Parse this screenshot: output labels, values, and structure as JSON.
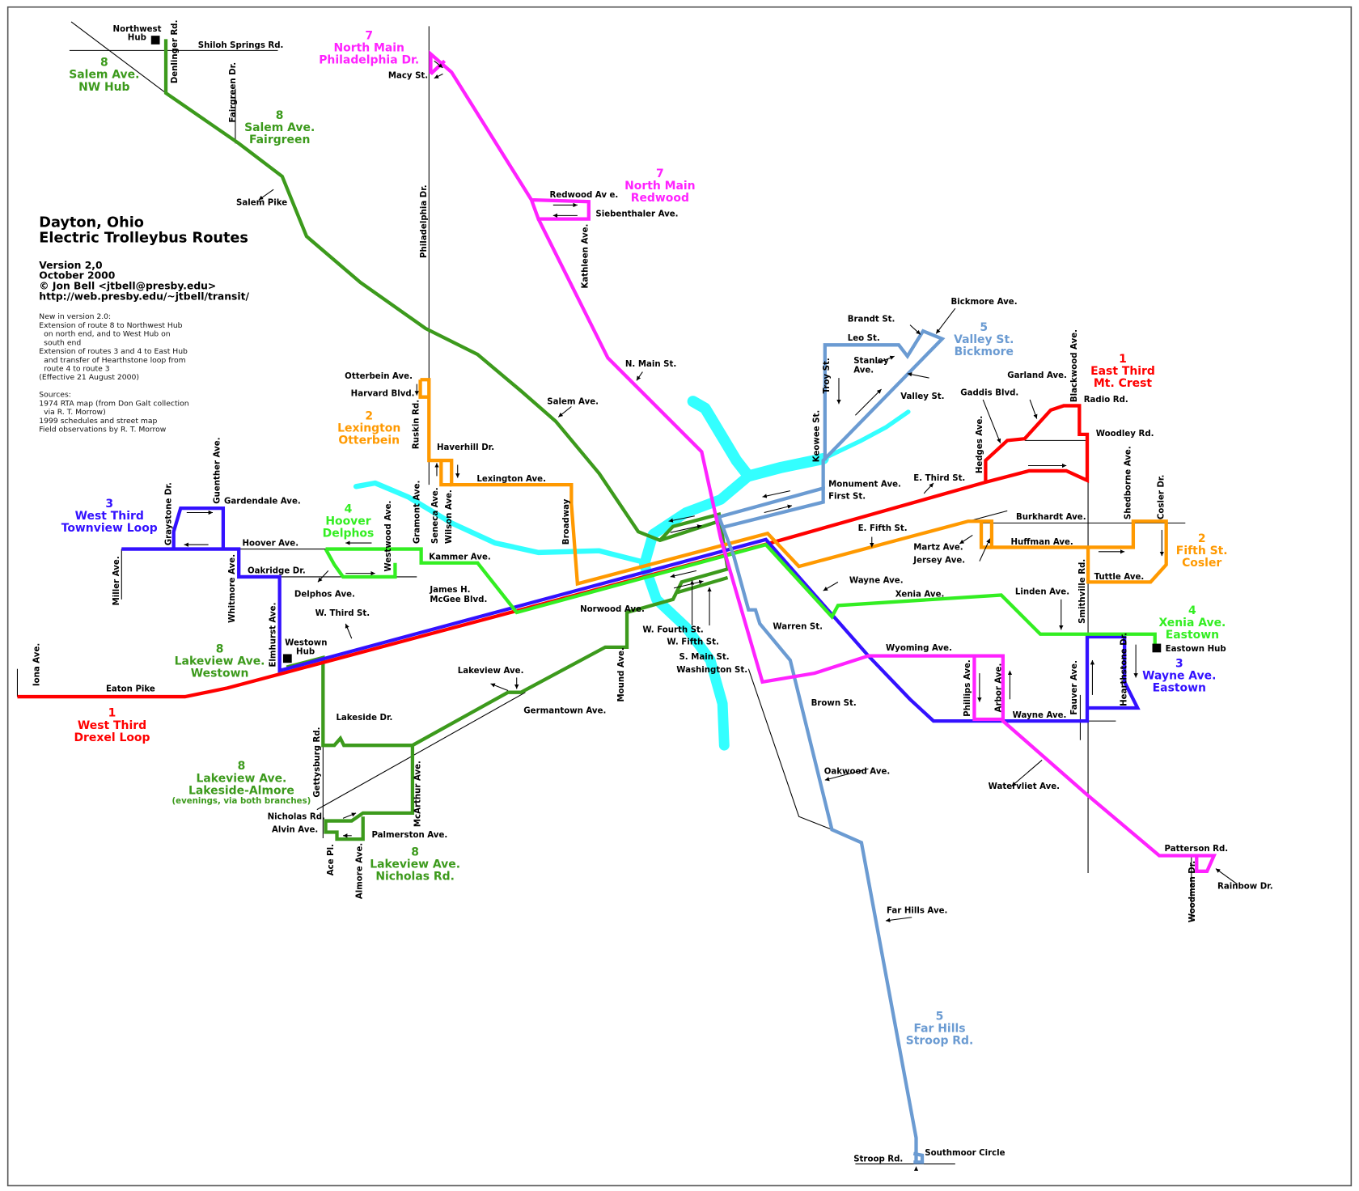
{
  "title": {
    "line1": "Dayton, Ohio",
    "line2": "Electric Trolleybus Routes"
  },
  "version": {
    "version": "Version 2,0",
    "date": "October 2000",
    "author": "© Jon Bell <jtbell@presby.edu>",
    "url": "http://web.presby.edu/~jtbell/transit/"
  },
  "notes": [
    "New in version 2.0:",
    "Extension of route 8 to Northwest Hub",
    "  on north end, and to West Hub on",
    "  south end",
    "Extension of routes 3 and 4 to East Hub",
    "  and transfer of Hearthstone loop from",
    "  route 4 to route 3",
    "(Effective 21 August 2000)",
    "",
    "Sources:",
    "1974 RTA map (from Don Galt collection",
    "  via R. T. Morrow)",
    "1999 schedules and street map",
    "Field observations by R. T. Morrow"
  ],
  "colors": {
    "route1": "#ff0000",
    "route2": "#ff9900",
    "route3": "#3311ff",
    "route4": "#33ee22",
    "route5": "#6b9bd2",
    "route7": "#ff22ff",
    "route8": "#3c9a1c",
    "river": "#33ffff"
  },
  "route_labels": {
    "r8_nwhub": [
      "8",
      "Salem Ave.",
      "NW Hub"
    ],
    "r8_fairgreen": [
      "8",
      "Salem Ave.",
      "Fairgreen"
    ],
    "r7_philadelphia": [
      "7",
      "North Main",
      "Philadelphia Dr."
    ],
    "r7_redwood": [
      "7",
      "North Main",
      "Redwood"
    ],
    "r2_otterbein": [
      "2",
      "Lexington",
      "Otterbein"
    ],
    "r5_bickmore": [
      "5",
      "Valley St.",
      "Bickmore"
    ],
    "r1_mtcrest": [
      "1",
      "East Third",
      "Mt. Crest"
    ],
    "r3_townview": [
      "3",
      "West Third",
      "Townview Loop"
    ],
    "r4_delphos": [
      "4",
      "Hoover",
      "Delphos"
    ],
    "r2_cosler": [
      "2",
      "Fifth St.",
      "Cosler"
    ],
    "r4_eastown": [
      "4",
      "Xenia Ave.",
      "Eastown"
    ],
    "r8_westown": [
      "8",
      "Lakeview Ave.",
      "Westown"
    ],
    "r3_eastown": [
      "3",
      "Wayne Ave.",
      "Eastown"
    ],
    "r1_drexel": [
      "1",
      "West Third",
      "Drexel Loop"
    ],
    "r8_lakeside": [
      "8",
      "Lakeview Ave.",
      "Lakeside-Almore",
      "(evenings, via both branches)"
    ],
    "r8_nicholas": [
      "8",
      "Lakeview Ave.",
      "Nicholas Rd."
    ],
    "r5_stroop": [
      "5",
      "Far Hills",
      "Stroop Rd."
    ]
  },
  "hubs": {
    "northwest_1": "Northwest",
    "northwest_2": "Hub",
    "westown_1": "Westown",
    "westown_2": "Hub",
    "eastown": "Eastown Hub"
  },
  "streets": {
    "denlinger": "Denlinger Rd.",
    "shiloh": "Shiloh Springs Rd.",
    "fairgreen": "Fairgreen Dr.",
    "salem_pike": "Salem Pike",
    "macy": "Macy St.",
    "redwood": "Redwood Av e.",
    "siebenthaler": "Siebenthaler Ave.",
    "kathleen": "Kathleen Ave.",
    "philadelphia": "Philadelphia Dr.",
    "n_main": "N. Main St.",
    "otterbein": "Otterbein Ave.",
    "harvard": "Harvard Blvd.",
    "ruskin": "Ruskin Rd.",
    "haverhill": "Haverhill Dr.",
    "lexington": "Lexington Ave.",
    "salem_ave": "Salem Ave.",
    "broadway": "Broadway",
    "gardendale": "Gardendale Ave.",
    "guenther": "Guenther Ave.",
    "graystone": "Graystone Dr.",
    "hoover": "Hoover Ave.",
    "oakridge": "Oakridge Dr.",
    "miller": "Miller Ave.",
    "whitmore": "Whitmore Ave.",
    "elmhurst": "Elmhurst Ave.",
    "westwood": "Westwood Ave.",
    "gramont": "Gramont Ave.",
    "seneca": "Seneca Ave.",
    "wilson": "Wilson Ave.",
    "kammer": "Kammer Ave.",
    "delphos": "Delphos Ave.",
    "mcgee_1": "James H.",
    "mcgee_2": "McGee Blvd.",
    "w_third": "W. Third St.",
    "iona": "Iona Ave.",
    "eaton": "Eaton Pike",
    "norwood": "Norwood Ave.",
    "lakeview": "Lakeview Ave.",
    "germantown": "Germantown Ave.",
    "mound": "Mound Ave.",
    "lakeside": "Lakeside Dr.",
    "gettysburg": "Gettysburg Rd.",
    "mcarthur": "McArthur Ave.",
    "nicholas": "Nicholas Rd.",
    "alvin": "Alvin Ave.",
    "palmerston": "Palmerston Ave.",
    "ace": "Ace Pl.",
    "almore": "Almore Ave.",
    "w_fourth": "W. Fourth St.",
    "w_fifth": "W. Fifth St.",
    "s_main": "S. Main St.",
    "washington": "Washington St.",
    "warren": "Warren St.",
    "brown": "Brown St.",
    "oakwood": "Oakwood Ave.",
    "far_hills": "Far Hills Ave.",
    "stroop": "Stroop Rd.",
    "southmoor": "Southmoor Circle",
    "monument": "Monument Ave.",
    "first": "First St.",
    "e_third": "E. Third St.",
    "e_fifth": "E. Fifth St.",
    "martz": "Martz Ave.",
    "jersey": "Jersey Ave.",
    "burkhardt": "Burkhardt Ave.",
    "huffman": "Huffman Ave.",
    "tuttle": "Tuttle Ave.",
    "shedborne": "Shedborne Ave.",
    "cosler": "Cosler Dr.",
    "wayne_upper": "Wayne Ave.",
    "wayne_lower": "Wayne Ave.",
    "xenia": "Xenia Ave.",
    "linden": "Linden Ave.",
    "smithville": "Smithville Rd.",
    "hearthstone": "Hearthstone Dr.",
    "fauver": "Fauver Ave.",
    "phillips": "Phillips Ave.",
    "arbor": "Arbor Ave.",
    "wyoming": "Wyoming Ave.",
    "watervliet": "Watervliet Ave.",
    "patterson": "Patterson Rd.",
    "rainbow": "Rainbow Dr.",
    "woodman": "Woodman Dr.",
    "troy": "Troy St.",
    "keowee": "Keowee St.",
    "leo": "Leo St.",
    "brandt": "Brandt St.",
    "stanley_1": "Stanley",
    "stanley_2": "Ave.",
    "valley": "Valley St.",
    "bickmore": "Bickmore Ave.",
    "gaddis": "Gaddis Blvd.",
    "garland": "Garland Ave.",
    "blackwood": "Blackwood Ave.",
    "radio": "Radio Rd.",
    "woodley": "Woodley Rd.",
    "hedges": "Hedges Ave."
  }
}
